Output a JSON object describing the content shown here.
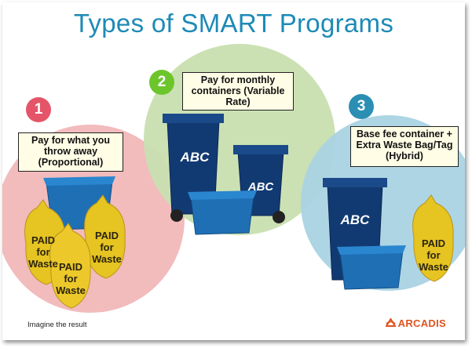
{
  "title": "Types of SMART Programs",
  "programs": [
    {
      "number": "1",
      "label": "Pay for what you throw away (Proportional)",
      "color": "#e45569",
      "circle": "#f1b7b8"
    },
    {
      "number": "2",
      "label": "Pay for monthly containers (Variable Rate)",
      "color": "#6cc52a",
      "circle": "#c8dfb0"
    },
    {
      "number": "3",
      "label": "Base fee container + Extra Waste Bag/Tag (Hybrid)",
      "color": "#2b8fb4",
      "circle": "#a9d3e3"
    }
  ],
  "bag_text": {
    "paid": "PAID",
    "for": "for",
    "waste": "Waste"
  },
  "cart_brand": "ABC",
  "footer": {
    "tagline": "Imagine the result",
    "logo": "ARCADIS"
  }
}
